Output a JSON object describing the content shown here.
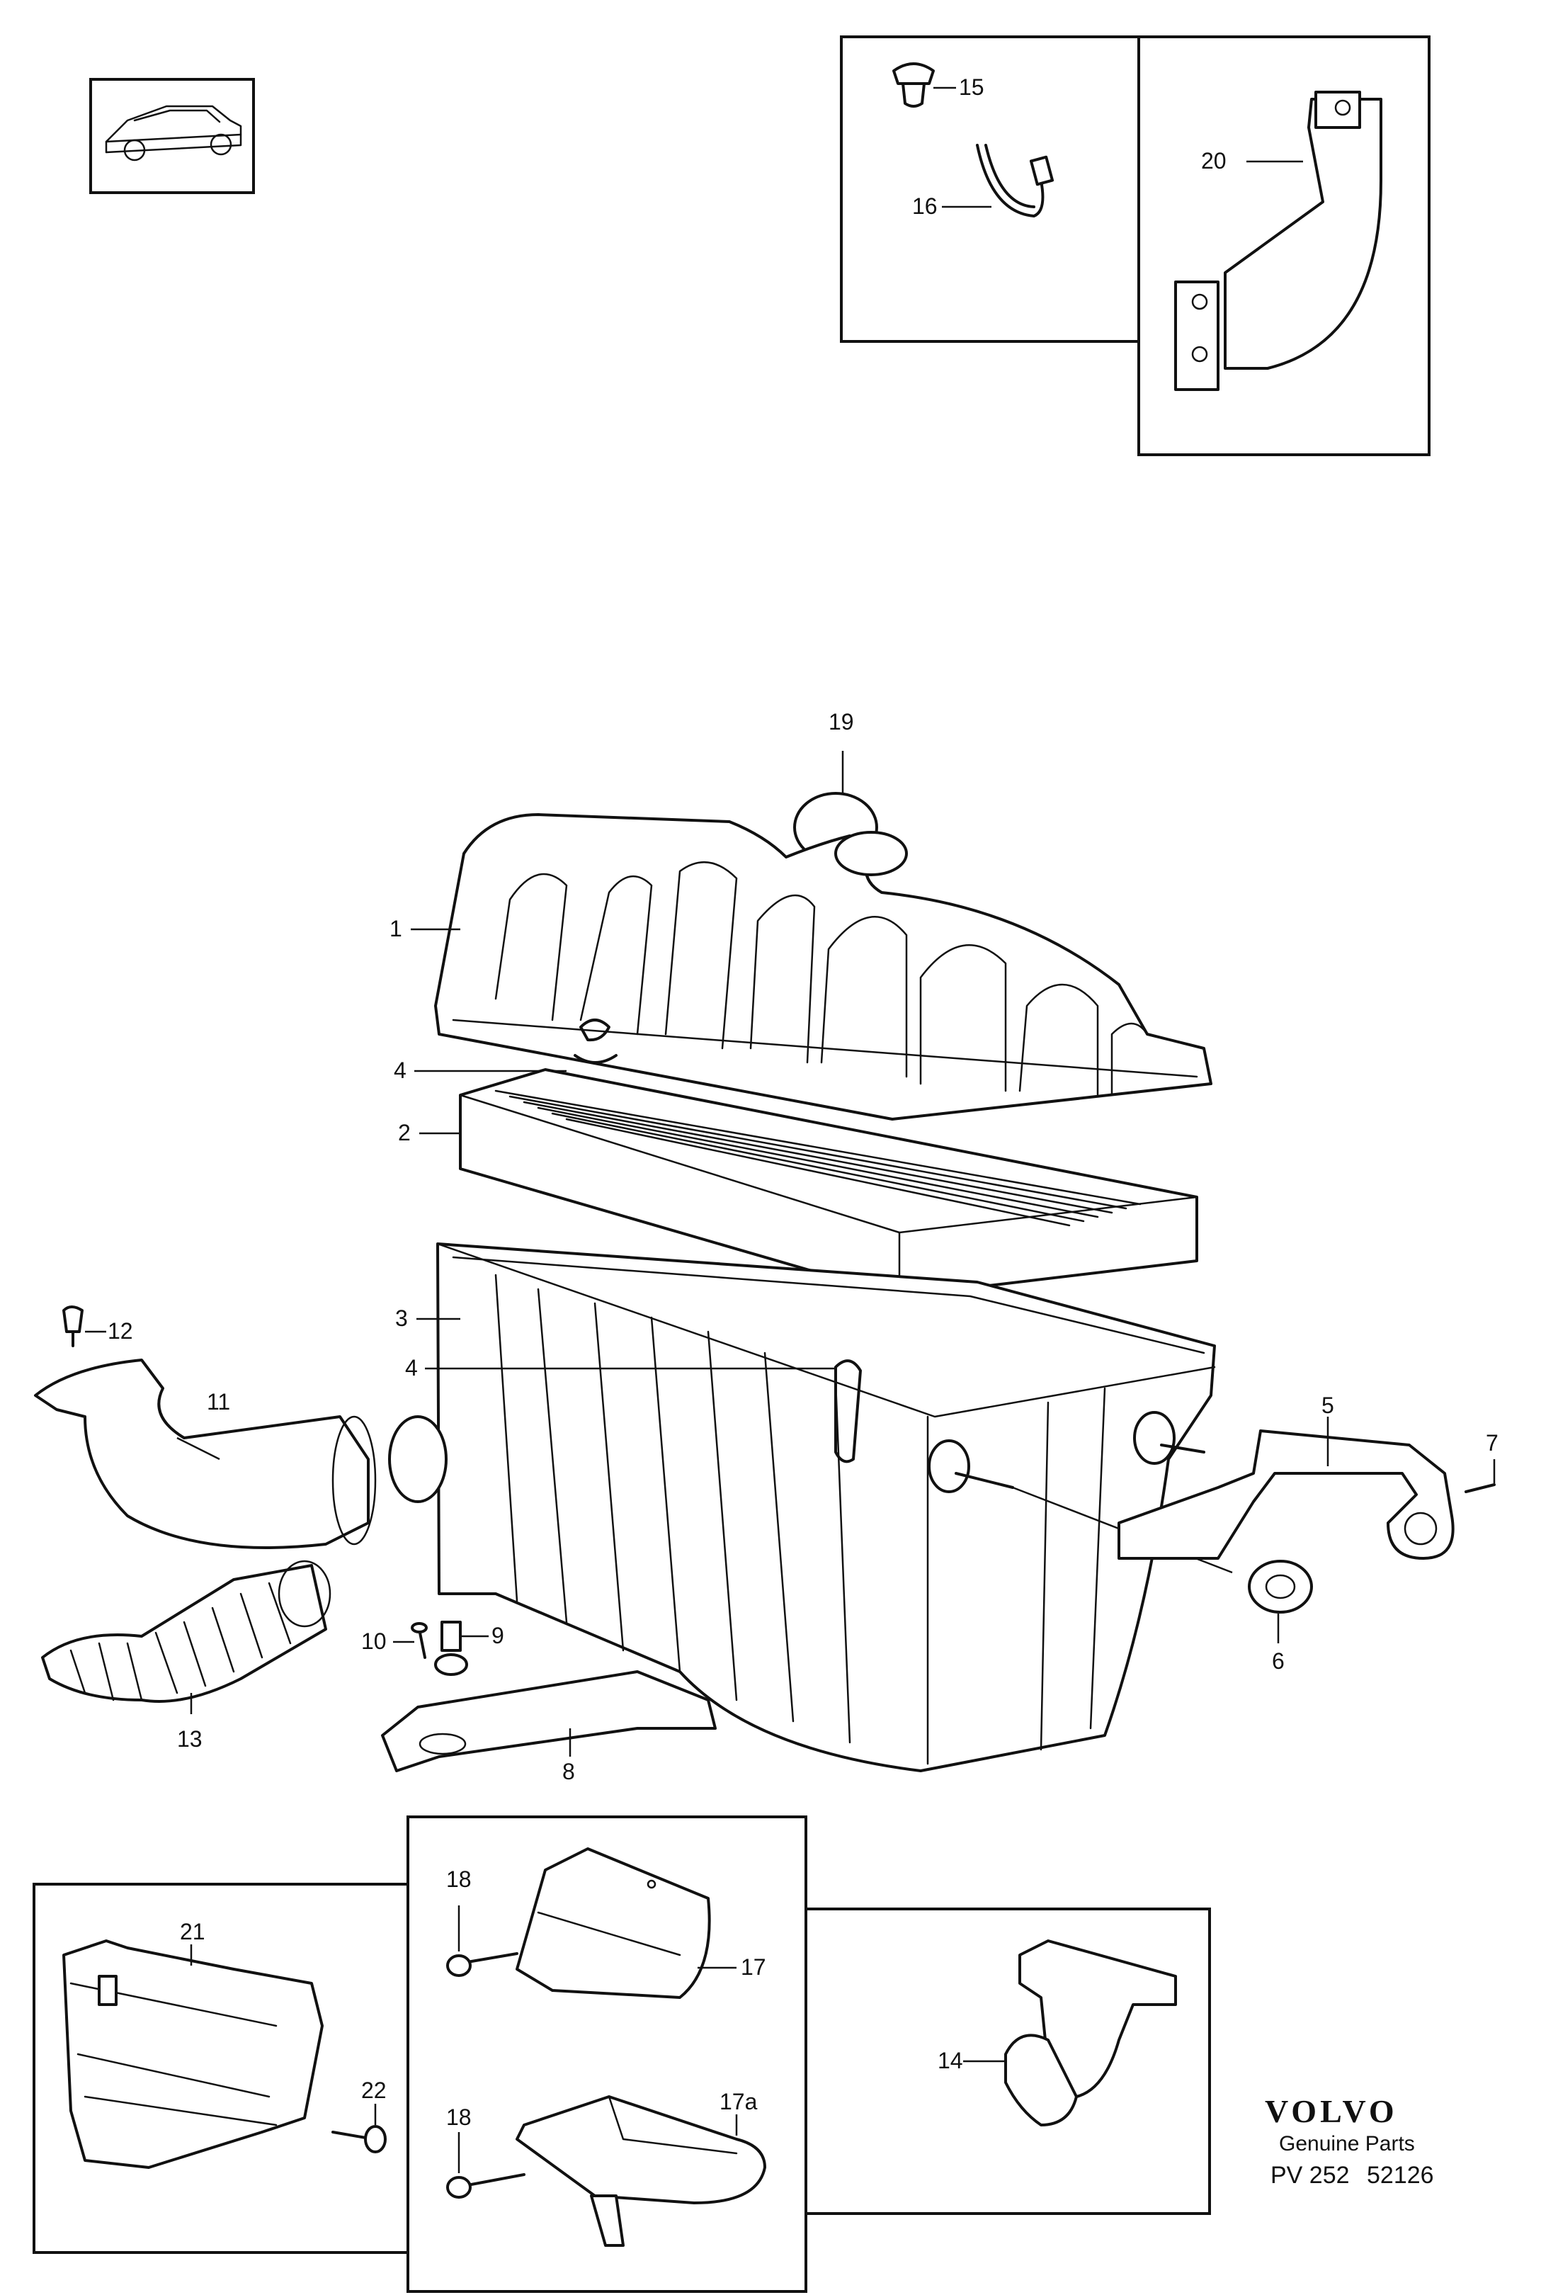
{
  "labels": {
    "l1": "1",
    "l2": "2",
    "l3": "3",
    "l4a": "4",
    "l4b": "4",
    "l5": "5",
    "l6": "6",
    "l7": "7",
    "l8": "8",
    "l9": "9",
    "l10": "10",
    "l11": "11",
    "l12": "12",
    "l13": "13",
    "l14": "14",
    "l15": "15",
    "l16": "16",
    "l17": "17",
    "l17a": "17a",
    "l18a": "18",
    "l18b": "18",
    "l19": "19",
    "l20": "20",
    "l21": "21",
    "l22": "22"
  },
  "brand": {
    "name": "VOLVO",
    "tagline": "Genuine Parts",
    "reference_prefix": "PV 252",
    "reference_number": "52126"
  },
  "icons": {
    "vehicle": "car-thumbnail-icon"
  }
}
